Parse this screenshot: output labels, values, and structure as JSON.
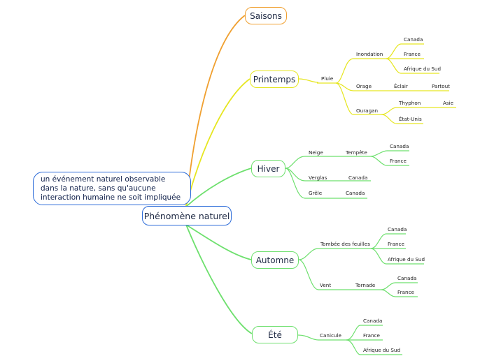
{
  "root": {
    "label": "Phénomène naturel",
    "note": "un événement naturel observable dans la nature, sans qu'aucune interaction humaine ne soit impliquée"
  },
  "branches": {
    "saisons": {
      "label": "Saisons",
      "color": "#f0a030"
    },
    "printemps": {
      "label": "Printemps",
      "color": "#e6e620",
      "pluie": "Pluie",
      "inondation": "Inondation",
      "inondation_children": [
        "Canada",
        "France",
        "Afrique du Sud"
      ],
      "orage": "Orage",
      "eclair": "Éclair",
      "partout": "Partout",
      "ouragan": "Ouragan",
      "thyphon": "Thyphon",
      "asie": "Asie",
      "etats_unis": "État-Unis"
    },
    "hiver": {
      "label": "Hiver",
      "color": "#6ee06e",
      "neige": "Neige",
      "tempete": "Tempête",
      "tempete_children": [
        "Canada",
        "France"
      ],
      "verglas": "Verglas",
      "verglas_child": "Canada",
      "grele": "Grêle",
      "grele_child": "Canada"
    },
    "automne": {
      "label": "Automne",
      "color": "#6ee06e",
      "tombee": "Tombée des feuilles",
      "tombee_children": [
        "Canada",
        "France",
        "Afrique du Sud"
      ],
      "vent": "Vent",
      "tornade": "Tornade",
      "tornade_children": [
        "Canada",
        "France"
      ]
    },
    "ete": {
      "label": "Été",
      "color": "#6ee06e",
      "canicule": "Canicule",
      "canicule_children": [
        "Canada",
        "France",
        "Afrique du Sud"
      ]
    }
  }
}
